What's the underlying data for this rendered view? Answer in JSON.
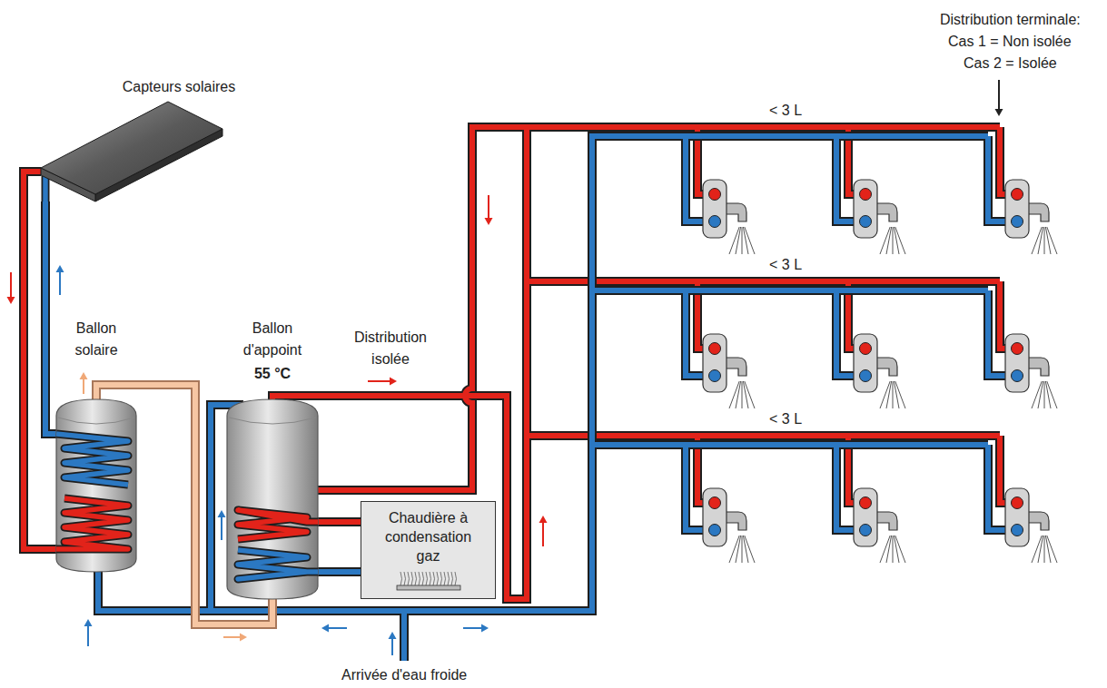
{
  "diagram": {
    "nodes": [
      {
        "text": [
          "Capteurs solaires"
        ]
      },
      {
        "text": [
          "Ballon solaire"
        ]
      },
      {
        "text": [
          "Ballon d'appoint",
          "55 °C"
        ]
      },
      {
        "text": [
          "Chaudière à condensation gaz"
        ]
      }
    ],
    "edges": [
      {
        "from": 0,
        "to": 1,
        "arrow": "none"
      },
      {
        "from": 1,
        "to": 0,
        "arrow": "none"
      },
      {
        "from": 1,
        "to": 2,
        "arrow": "none"
      },
      {
        "from": 3,
        "to": 2,
        "arrow": "none"
      },
      {
        "from": 2,
        "to": 3,
        "arrow": "none"
      }
    ],
    "labels": [
      "Distribution terminale:",
      "Cas 1 = Non isolée",
      "Cas 2 = Isolée",
      "< 3 L",
      "< 3 L",
      "< 3 L",
      "Distribution isolée",
      "Arrivée d'eau froide"
    ]
  }
}
